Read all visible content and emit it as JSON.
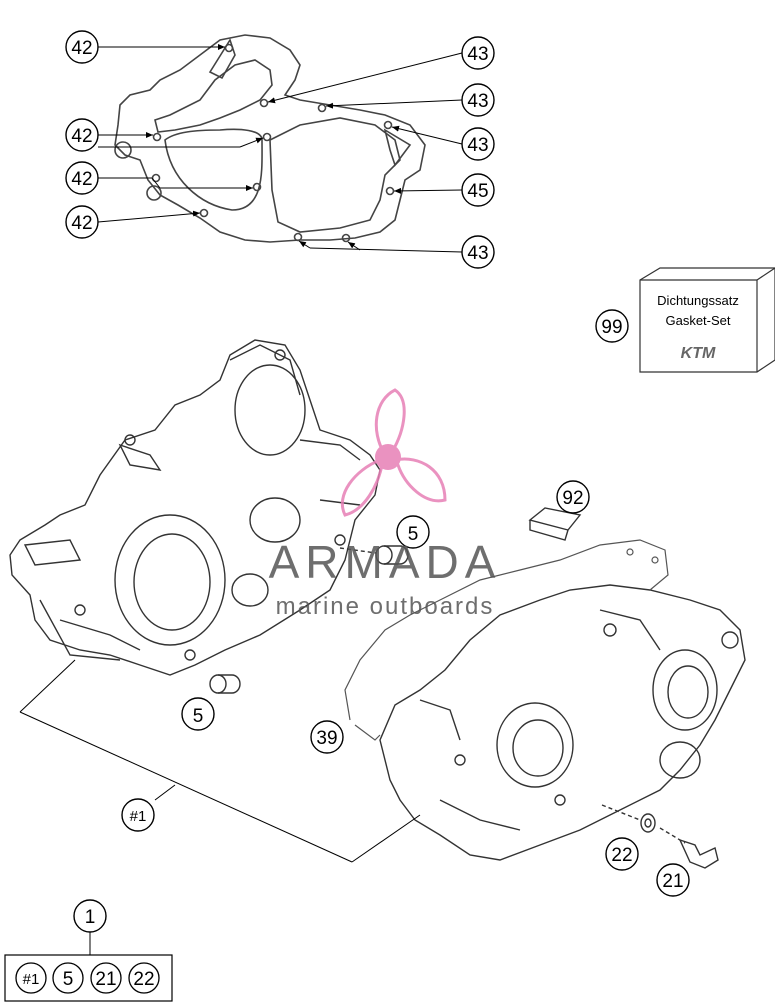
{
  "callouts": {
    "c42a": "42",
    "c42b": "42",
    "c42c": "42",
    "c42d": "42",
    "c43a": "43",
    "c43b": "43",
    "c43c": "43",
    "c45": "45",
    "c43d": "43",
    "c99": "99",
    "c92": "92",
    "c5a": "5",
    "c5b": "5",
    "c39": "39",
    "c1set": "#1",
    "c22": "22",
    "c21": "21",
    "c1": "1"
  },
  "gasket_box": {
    "line1": "Dichtungssatz",
    "line2": "Gasket-Set",
    "logo": "KTM"
  },
  "kit_box": {
    "items": [
      "#1",
      "5",
      "21",
      "22"
    ]
  },
  "watermark": {
    "brand": "ARMADA",
    "tagline": "marine outboards",
    "color": "#e77fb6"
  }
}
